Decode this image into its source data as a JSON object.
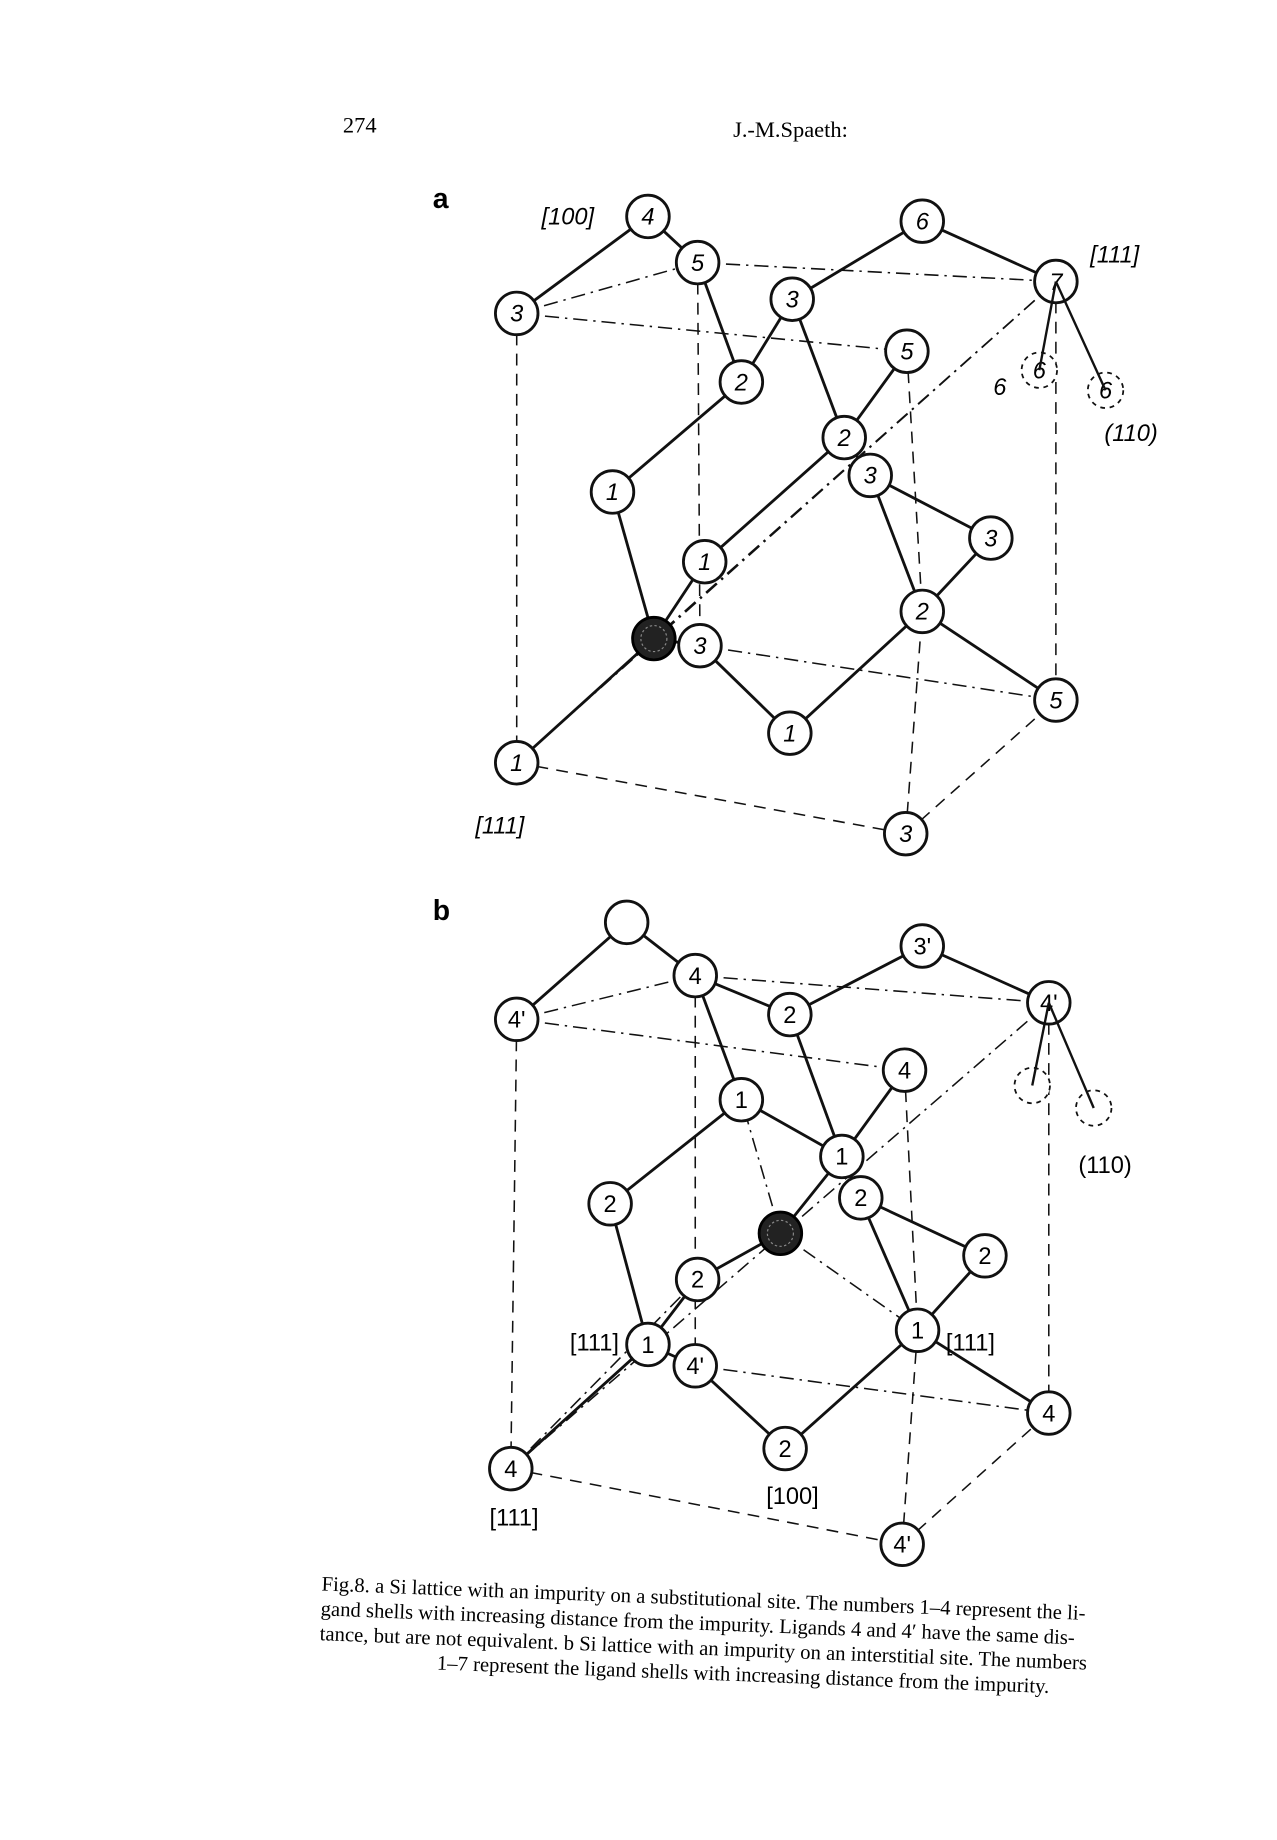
{
  "header": {
    "page_number": "274",
    "running_head": "J.-M.Spaeth:"
  },
  "figure_a": {
    "panel_label": "a",
    "atoms": [
      "4",
      "6",
      "5",
      "7",
      "3",
      "3",
      "5",
      "2",
      "2",
      "3",
      "1",
      "3",
      "1",
      "2",
      "3",
      "5",
      "1",
      "1",
      "3"
    ],
    "ghost_atoms": [
      "6",
      "6"
    ],
    "direction_labels": [
      "[100]",
      "[111]",
      "6",
      "(110)",
      "[111]"
    ]
  },
  "figure_b": {
    "panel_label": "b",
    "atoms": [
      "",
      "3'",
      "4",
      "4'",
      "4'",
      "2",
      "4",
      "1",
      "1",
      "2",
      "2",
      "2",
      "2",
      "1",
      "1",
      "4'",
      "4",
      "2",
      "4",
      "4'"
    ],
    "ghost_atoms": [
      "",
      ""
    ],
    "direction_labels": [
      "[111]",
      "[111]",
      "(110)",
      "[100]",
      "[111]"
    ]
  },
  "caption": {
    "lines": [
      "Fig.8.  a Si lattice with an impurity on a substitutional site. The numbers 1–4 represent the li-",
      "gand shells with increasing distance from the impurity. Ligands 4 and 4′ have the same dis-",
      "tance, but are not equivalent. b Si lattice with an impurity on an interstitial site. The numbers",
      "1–7 represent the ligand shells with increasing distance from the impurity."
    ]
  }
}
